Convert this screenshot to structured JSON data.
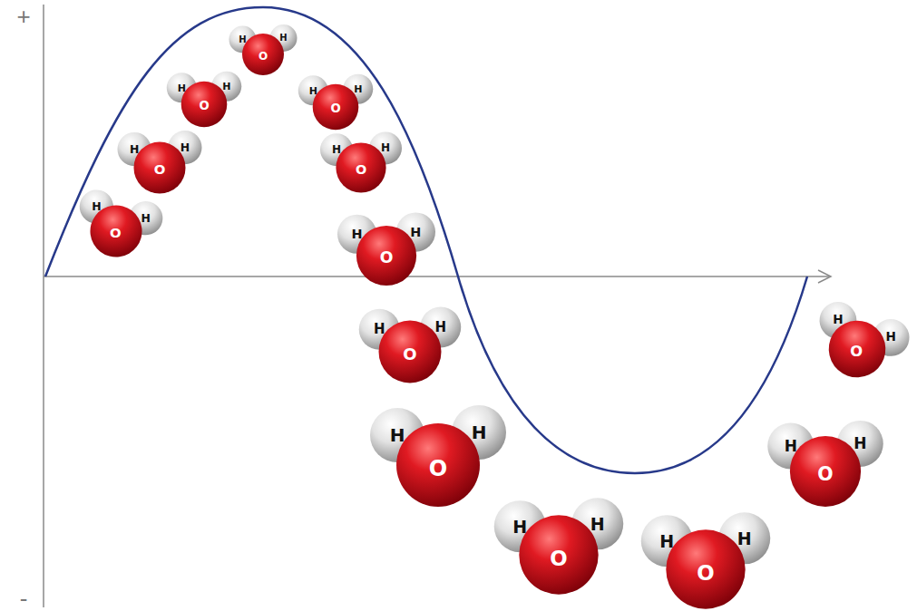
{
  "diagram": {
    "labels": [
      "+",
      "-",
      "H",
      "O",
      "H",
      "H",
      "O",
      "H",
      "H",
      "O",
      "H",
      "H",
      "O",
      "H",
      "H",
      "O",
      "H",
      "H",
      "O",
      "H",
      "H",
      "O",
      "H",
      "H",
      "O",
      "H",
      "H",
      "O",
      "H",
      "H",
      "O",
      "H",
      "H",
      "O",
      "H",
      "H",
      "O",
      "H",
      "H",
      "O",
      "H"
    ]
  }
}
